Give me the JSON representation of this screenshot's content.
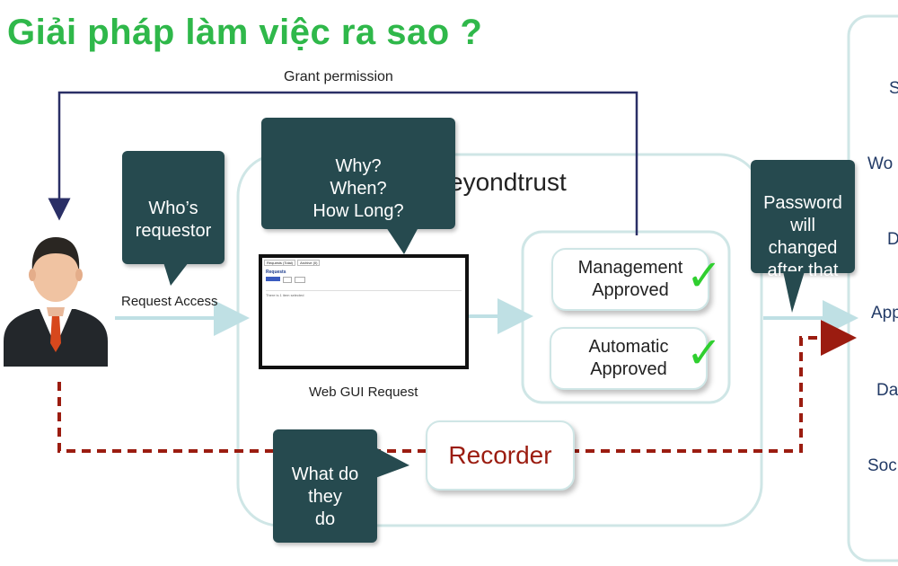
{
  "title": "Giải pháp làm việc ra sao ?",
  "grant_permission": "Grant permission",
  "request_access": "Request Access",
  "web_gui_request": "Web GUI Request",
  "beyondtrust_label": "eyondtrust",
  "callouts": {
    "whos_requestor": [
      "Who’s",
      "requestor"
    ],
    "why_when": [
      "Why?",
      "When?",
      "How Long?"
    ],
    "password": [
      "Password",
      "will",
      "changed",
      "after that"
    ],
    "what_do": [
      "What do they",
      "do"
    ]
  },
  "approvals": {
    "management": [
      "Management",
      "Approved"
    ],
    "automatic": [
      "Automatic",
      "Approved"
    ]
  },
  "recorder": "Recorder",
  "systems_partial": [
    "S",
    "Wo",
    "D",
    "App",
    "Da",
    "Soc"
  ],
  "gui_mock": {
    "title": "Requests",
    "filter_text": "There is 1 item selected",
    "tabs": [
      "Requests (Total)",
      "Archive (0)"
    ]
  },
  "colors": {
    "title_green": "#2fb84a",
    "callout_bg": "#264a4f",
    "dashed_red": "#9b1c10",
    "grant_line": "#2a2f66",
    "check_green": "#2fcf2f"
  },
  "icons": {
    "person": "businessman-icon",
    "check": "checkmark-icon"
  }
}
